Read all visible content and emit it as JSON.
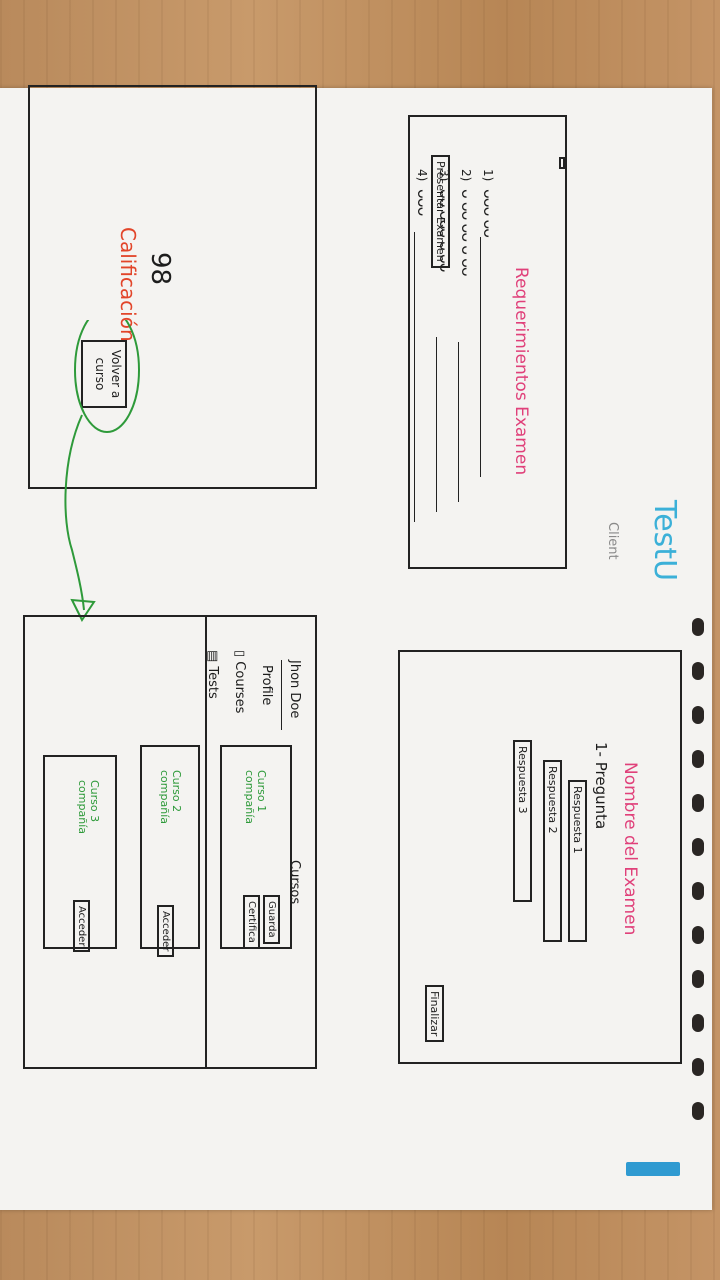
{
  "app": {
    "title": "TestU",
    "subtitle": "Client"
  },
  "requirements_screen": {
    "title": "Requerimientos Examen",
    "items": [
      {
        "number": "1)"
      },
      {
        "number": "2)"
      },
      {
        "number": "3)"
      },
      {
        "number": "4)"
      }
    ],
    "action_label": "Presentar Examen"
  },
  "grade_screen": {
    "title": "Calificación",
    "score": "98",
    "back_label_line1": "Volver a",
    "back_label_line2": "curso"
  },
  "exam_screen": {
    "title": "Nombre del Examen",
    "question": "1- Pregunta",
    "answers": [
      "Respuesta 1",
      "Respuesta 2",
      "Respuesta 3"
    ],
    "finish_label": "Finalizar"
  },
  "dashboard_screen": {
    "user_name": "Jhon Doe",
    "nav": [
      {
        "label": "Profile",
        "icon": "user-icon"
      },
      {
        "label": "Courses",
        "icon": "book-icon"
      },
      {
        "label": "Tests",
        "icon": "list-icon"
      }
    ],
    "section_title": "Cursos",
    "courses": [
      {
        "name": "Curso 1",
        "company": "compañía",
        "actions": [
          "Guarda",
          "Certifica"
        ]
      },
      {
        "name": "Curso 2",
        "company": "compañía",
        "actions": [
          "Acceder"
        ]
      },
      {
        "name": "Curso 3",
        "company": "compañía",
        "actions": [
          "Acceder"
        ]
      }
    ]
  },
  "colors": {
    "pink": "#e0407a",
    "red": "#e2452a",
    "green": "#2e9a3a",
    "orange": "#e24a1f",
    "cyan": "#3bb0d8",
    "ink": "#222222"
  }
}
